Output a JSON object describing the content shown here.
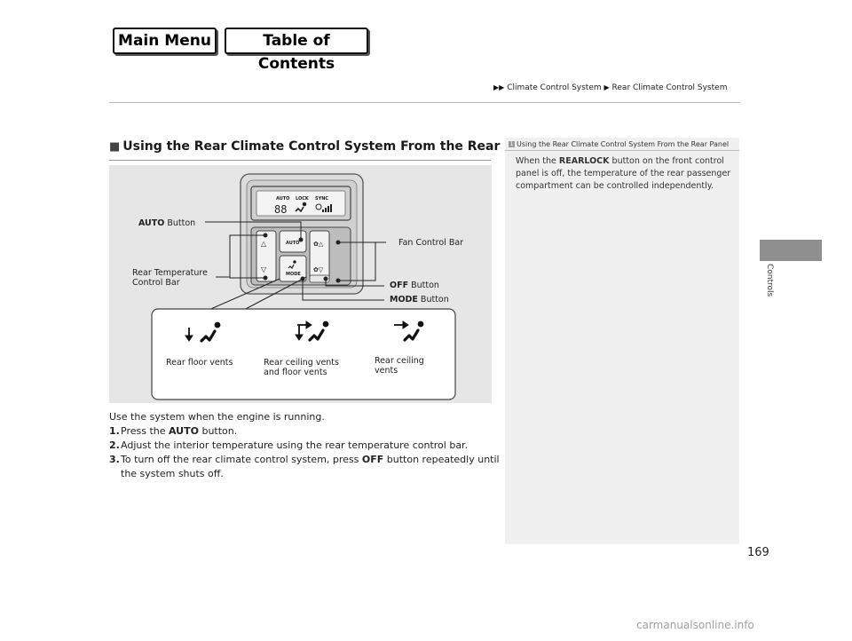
{
  "nav": {
    "main_menu": "Main Menu",
    "table_of_contents": "Table of Contents"
  },
  "breadcrumb": {
    "part1": "Climate Control System",
    "part2": "Rear Climate Control System"
  },
  "side_tab": {
    "label": "Controls"
  },
  "section": {
    "title": "Using the Rear Climate Control System From the Rear Panel"
  },
  "figure": {
    "panel_display_labels": [
      "AUTO",
      "LOCK",
      "SYNC"
    ],
    "panel_display_digits": "88",
    "panel_auto_label": "AUTO",
    "panel_mode_label": "MODE",
    "callouts": {
      "auto_button_bold": "AUTO",
      "auto_button_rest": " Button",
      "rear_temp_bar_line1": "Rear Temperature",
      "rear_temp_bar_line2": "Control Bar",
      "fan_control_bar": "Fan Control Bar",
      "off_button_bold": "OFF",
      "off_button_rest": " Button",
      "mode_button_bold": "MODE",
      "mode_button_rest": " Button"
    },
    "modes": [
      {
        "line1": "Rear floor vents",
        "line2": ""
      },
      {
        "line1": "Rear ceiling vents",
        "line2": "and floor vents"
      },
      {
        "line1": "Rear ceiling",
        "line2": "vents"
      }
    ]
  },
  "body": {
    "intro": "Use the system when the engine is running.",
    "steps": [
      {
        "num": "1.",
        "pre": "Press the ",
        "bold": "AUTO",
        "post": " button."
      },
      {
        "num": "2.",
        "pre": "Adjust the interior temperature using the rear temperature control bar.",
        "bold": "",
        "post": ""
      },
      {
        "num": "3.",
        "pre": "To turn off the rear climate control system, press ",
        "bold": "OFF",
        "post": " button repeatedly until the system shuts off."
      }
    ]
  },
  "note": {
    "title": "Using the Rear Climate Control System From the Rear Panel",
    "pre": "When the ",
    "bold": "REARLOCK",
    "post": " button on the front control panel is off, the temperature of the rear passenger compartment can be controlled independently."
  },
  "page_number": "169",
  "watermark": "carmanualsonline.info"
}
